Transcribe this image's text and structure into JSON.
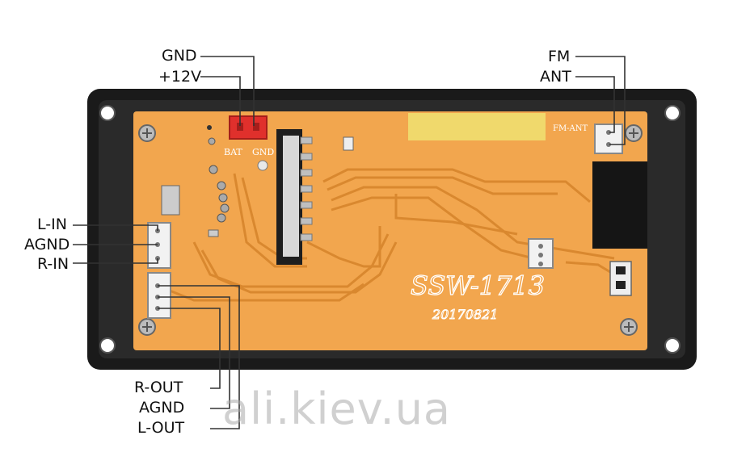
{
  "labels": {
    "gnd": "GND",
    "v12": "+12V",
    "fm": "FM",
    "ant": "ANT",
    "l_in": "L-IN",
    "agnd_in": "AGND",
    "r_in": "R-IN",
    "r_out": "R-OUT",
    "agnd_out": "AGND",
    "l_out": "L-OUT"
  },
  "board": {
    "model": "SSW-1713",
    "date": "20170821",
    "fm_ant_silk": "FM-ANT",
    "bat_silk": "BAT",
    "gnd_silk": "GND"
  },
  "watermark": "ali.kiev.ua",
  "colors": {
    "pcb": "#f2a64e",
    "frame": "#1a1a1a",
    "trace": "#d9882f",
    "connector_red": "#e0302c",
    "connector_white": "#f2f2f2"
  }
}
